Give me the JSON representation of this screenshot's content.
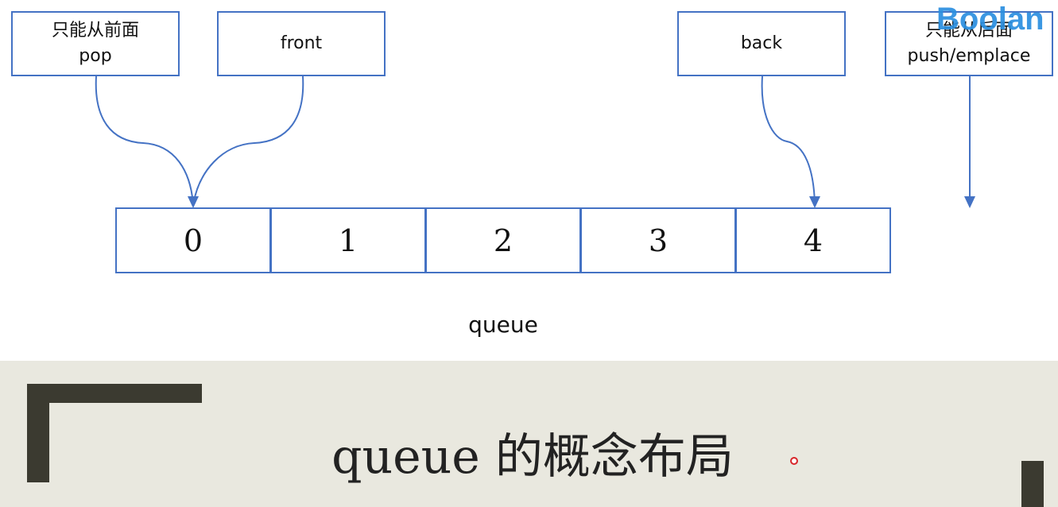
{
  "diagram": {
    "boxes": {
      "pop": {
        "line1": "只能从前面",
        "line2": "pop"
      },
      "front": {
        "label": "front"
      },
      "back": {
        "label": "back"
      },
      "push": {
        "line1": "只能从后面",
        "line2": "push/emplace"
      }
    },
    "cells": [
      "0",
      "1",
      "2",
      "3",
      "4"
    ],
    "caption": "queue",
    "colors": {
      "box_border": "#4472c4",
      "arrow": "#4472c4",
      "watermark": "#2b8fe0",
      "footer_bg": "#e9e8df",
      "corner_mark": "#3b3a30"
    }
  },
  "watermark": "Boolan",
  "footer": {
    "title": "queue 的概念布局"
  }
}
